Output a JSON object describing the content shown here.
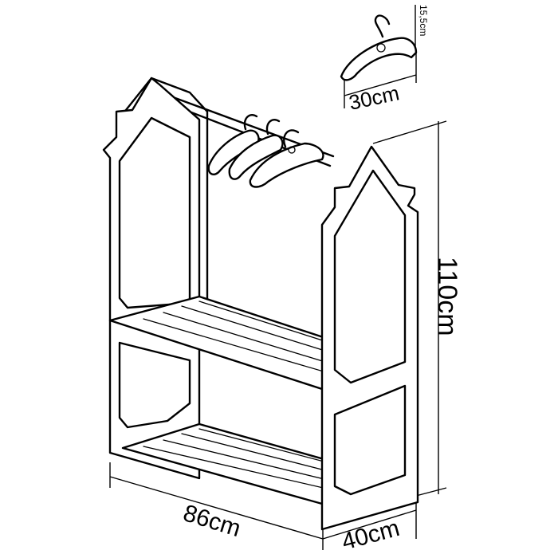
{
  "dimensions": {
    "width": "86cm",
    "depth": "40cm",
    "height": "110cm",
    "hanger_width": "30cm",
    "hanger_height": "15,5cm"
  }
}
